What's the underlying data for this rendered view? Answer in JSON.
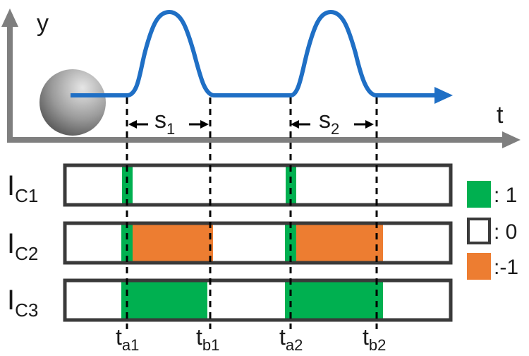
{
  "axes": {
    "y_label": "y",
    "x_label": "t",
    "color": "#7f7f7f"
  },
  "signal": {
    "color": "#1f6fc5",
    "pulses": [
      {
        "span_label": {
          "main": "s",
          "sub": "1"
        }
      },
      {
        "span_label": {
          "main": "s",
          "sub": "2"
        }
      }
    ]
  },
  "time_marks": [
    {
      "main": "t",
      "sub": "a1"
    },
    {
      "main": "t",
      "sub": "b1"
    },
    {
      "main": "t",
      "sub": "a2"
    },
    {
      "main": "t",
      "sub": "b2"
    }
  ],
  "channels": [
    {
      "main": "I",
      "sub": "C1"
    },
    {
      "main": "I",
      "sub": "C2"
    },
    {
      "main": "I",
      "sub": "C3"
    }
  ],
  "legend": [
    {
      "value": ": 1",
      "color": "#00b050",
      "key": "green"
    },
    {
      "value": ": 0",
      "color": "#ffffff",
      "key": "white"
    },
    {
      "value": ":-1",
      "color": "#ed7d31",
      "key": "orange"
    }
  ],
  "colors": {
    "green": "#00b050",
    "orange": "#ed7d31",
    "frame": "#3a3a3a",
    "ball_light": "#d9d9d9",
    "ball_dark": "#595959"
  }
}
